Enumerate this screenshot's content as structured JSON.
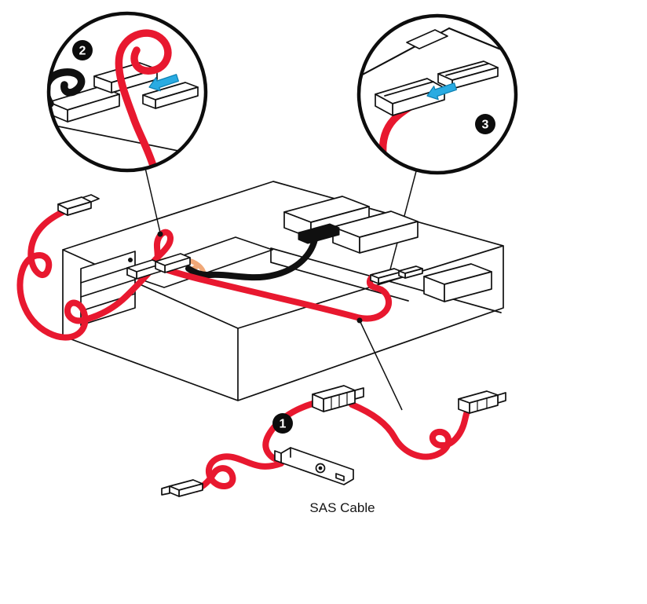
{
  "diagram": {
    "caption": "SAS Cable",
    "steps": [
      {
        "label": "1"
      },
      {
        "label": "2"
      },
      {
        "label": "3"
      }
    ],
    "colors": {
      "cable_red": "#e8182f",
      "cable_black": "#101010",
      "cable_tan": "#f0a878",
      "arrow_cyan": "#29abe2",
      "outline": "#101010",
      "background": "#ffffff"
    }
  }
}
